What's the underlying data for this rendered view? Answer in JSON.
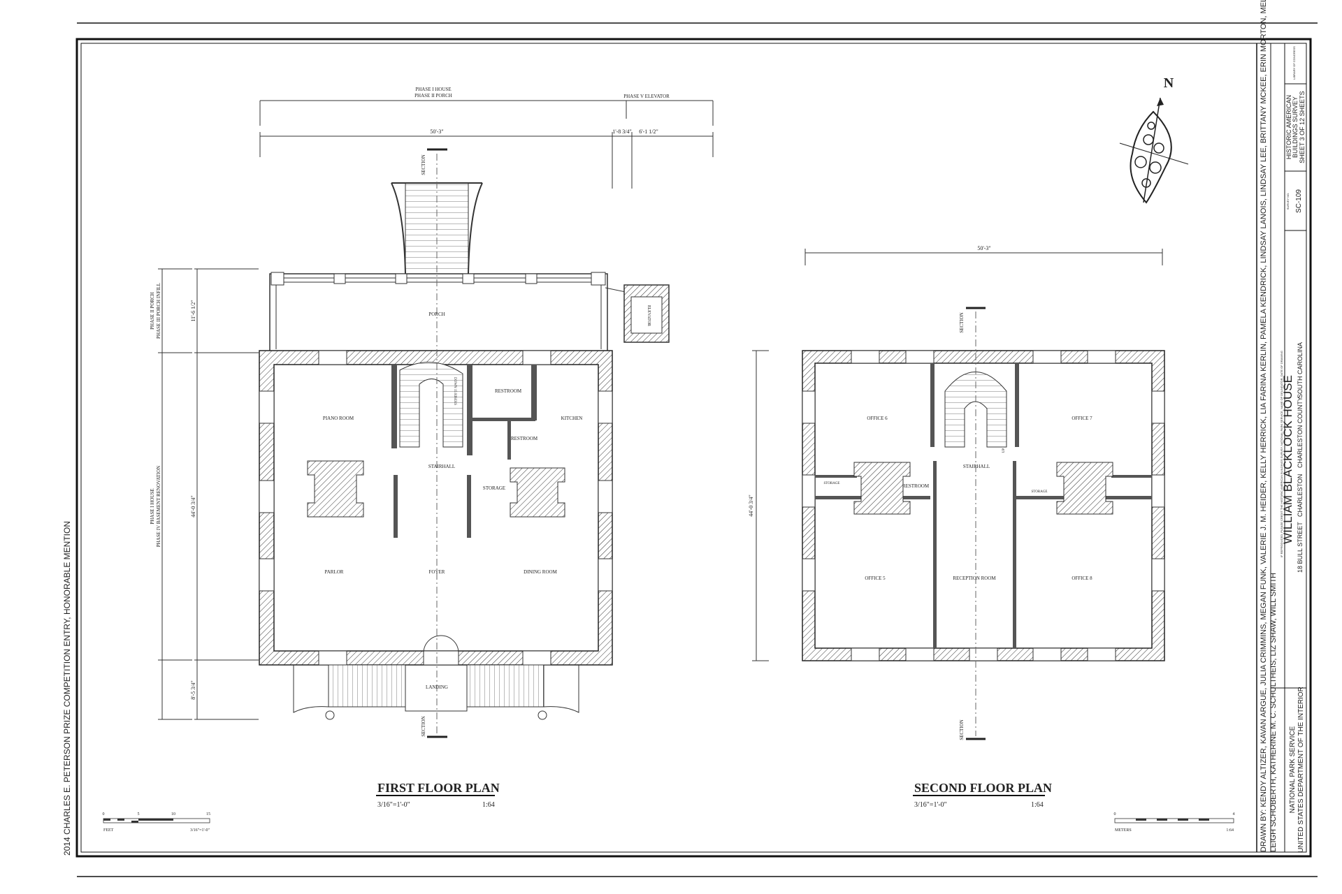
{
  "sheet": {
    "left_margin_note": "2014 CHARLES E. PETERSON PRIZE COMPETITION ENTRY, HONORABLE MENTION",
    "north_label": "N"
  },
  "first_floor": {
    "title": "FIRST FLOOR PLAN",
    "scale_text": "3/16\"=1'-0\"",
    "ratio": "1:64",
    "dims": {
      "phase_top": [
        "PHASE I HOUSE",
        "PHASE II PORCH"
      ],
      "phase_elevator": "PHASE V ELEVATOR",
      "width_main": "50'-3\"",
      "width_mid": "1'-8 3/4\"",
      "width_elev": "6'-1 1/2\"",
      "side_porch_phase": [
        "PHASE II PORCH",
        "PHASE III PORCH INFILL"
      ],
      "side_house_phase": [
        "PHASE I HOUSE",
        "PHASE IV BASEMENT RENOVATION"
      ],
      "side_porch_dim": "11'-6 1/2\"",
      "side_house_dim": "44'-0 3/4\"",
      "side_landing_dim": "8'-5 3/4\""
    },
    "rooms": {
      "porch": "PORCH",
      "elevator": "ELEVATOR",
      "piano_room": "PIANO ROOM",
      "restroom_1": "RESTROOM",
      "restroom_2": "RESTROOM",
      "kitchen": "KITCHEN",
      "stairhall": "STAIRHALL",
      "storage": "STORAGE",
      "parlor": "PARLOR",
      "foyer": "FOYER",
      "dining_room": "DINING ROOM",
      "landing": "LANDING",
      "stair_note": "DOWN 15 RISERS"
    },
    "section_label": "SECTION",
    "scale_bar": {
      "ticks": [
        "0",
        "5",
        "10",
        "15"
      ],
      "unit_left": "FEET",
      "unit_right": "3/16\"=1'-0\""
    }
  },
  "second_floor": {
    "title": "SECOND FLOOR PLAN",
    "scale_text": "3/16\"=1'-0\"",
    "ratio": "1:64",
    "dims": {
      "width": "50'-3\"",
      "height": "44'-0 3/4\""
    },
    "rooms": {
      "office_6": "OFFICE 6",
      "office_7": "OFFICE 7",
      "stairhall": "STAIRHALL",
      "storage_left": "STORAGE",
      "restroom": "RESTROOM",
      "storage_right": "STORAGE",
      "office_5": "OFFICE 5",
      "reception_room": "RECEPTION ROOM",
      "office_8": "OFFICE 8",
      "stair_note": "UP"
    },
    "section_label": "SECTION",
    "scale_bar": {
      "ticks": [
        "0",
        "4"
      ],
      "unit_left": "METERS",
      "unit_right": "1:64"
    }
  },
  "title_block": {
    "credits_line1": "DRAWN BY: KENDY ALTIZER, KAVAN ARGUE, JULIA CRIMMINS, MEGAN FUNK, VALERIE J. M. HEIDER, KELLY HERRICK, LIA FARINA KERLIN, PAMELA KENDRICK, LINDSAY LANOIS, LINDSAY LEE, BRITTANY MCKEE, ERIN MORTON, MELISSA ROACH,",
    "credits_line2": "LEIGH SCHOBERTH, KATHERINE M. C. SCHULTHEIS, LIZ SHAW, WILL SMITH",
    "agency_1": "NATIONAL PARK SERVICE",
    "agency_2": "UNITED STATES DEPARTMENT OF THE INTERIOR",
    "building_name": "WILLIAM BLACKLOCK HOUSE",
    "address": "18 BULL STREET",
    "city": "CHARLESTON",
    "county": "CHARLESTON COUNTY",
    "state": "SOUTH CAROLINA",
    "reproduction_note": "IF REPRODUCED, PLEASE CREDIT THE HISTORIC AMERICAN BUILDINGS SURVEY, NATIONAL PARK SERVICE, NAME OF DELINEATOR, DATE OF DRAWING",
    "survey_no_label": "SURVEY NO.",
    "survey_no": "SC-109",
    "survey_name_1": "HISTORIC AMERICAN",
    "survey_name_2": "BUILDINGS SURVEY",
    "sheet_no": "SHEET 3 OF 12 SHEETS",
    "index_note": "LIBRARY OF CONGRESS"
  }
}
